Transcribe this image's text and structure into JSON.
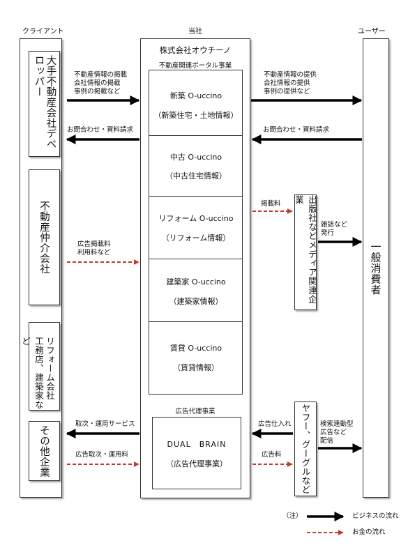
{
  "headers": {
    "client": "クライアント",
    "company": "当社",
    "user": "ユーザー"
  },
  "company_name": "株式会社オウチーノ",
  "portal_section": "不動産関連ポータル事業",
  "ad_section": "広告代理事業",
  "services": [
    {
      "name": "新築 O-uccino",
      "sub": "（新築住宅・土地情報）"
    },
    {
      "name": "中古 O-uccino",
      "sub": "（中古住宅情報）"
    },
    {
      "name": "リフォーム O-uccino",
      "sub": "（リフォーム情報）"
    },
    {
      "name": "建築家 O-uccino",
      "sub": "（建築家情報）"
    },
    {
      "name": "賃貸 O-uccino",
      "sub": "（賃貸情報）"
    }
  ],
  "dual_brain": {
    "name": "DUAL　BRAIN",
    "sub": "（広告代理事業）"
  },
  "clients": {
    "developer": "大手不動産会社デベロッパー",
    "broker": "不動産仲介会社",
    "reform_1": "リフォーム会社",
    "reform_2": "工務店、建築家など",
    "other": "その他企業"
  },
  "media": {
    "publisher": "出版社などメディア関連企業",
    "search": "ヤフー、グーグルなど"
  },
  "consumer": "一般消費者",
  "flow_labels": {
    "dev_to_co": [
      "不動産情報の掲載",
      "会社情報の掲載",
      "事例の掲載など"
    ],
    "co_to_user": [
      "不動産情報の提供",
      "会社情報の提供",
      "事例の提供など"
    ],
    "inquiry_left": "お問合わせ・資料請求",
    "inquiry_right": "お問合わせ・資料請求",
    "fee_listing": "掲載料",
    "magazine": [
      "雑誌など",
      "発行"
    ],
    "broker_fee": [
      "広告掲載料",
      "利用料など"
    ],
    "agency_service": "取次・運用サービス",
    "ad_purchase": "広告仕入れ",
    "ad_fee_left": "広告取次・運用料",
    "ad_fee_right": "広告料",
    "search_ads": [
      "検索連動型",
      "広告など",
      "配信"
    ]
  },
  "legend": {
    "note": "（注）",
    "business": "ビジネスの流れ",
    "money": "お金の流れ"
  },
  "colors": {
    "business_arrow": "#000000",
    "money_arrow": "#c0392b"
  }
}
